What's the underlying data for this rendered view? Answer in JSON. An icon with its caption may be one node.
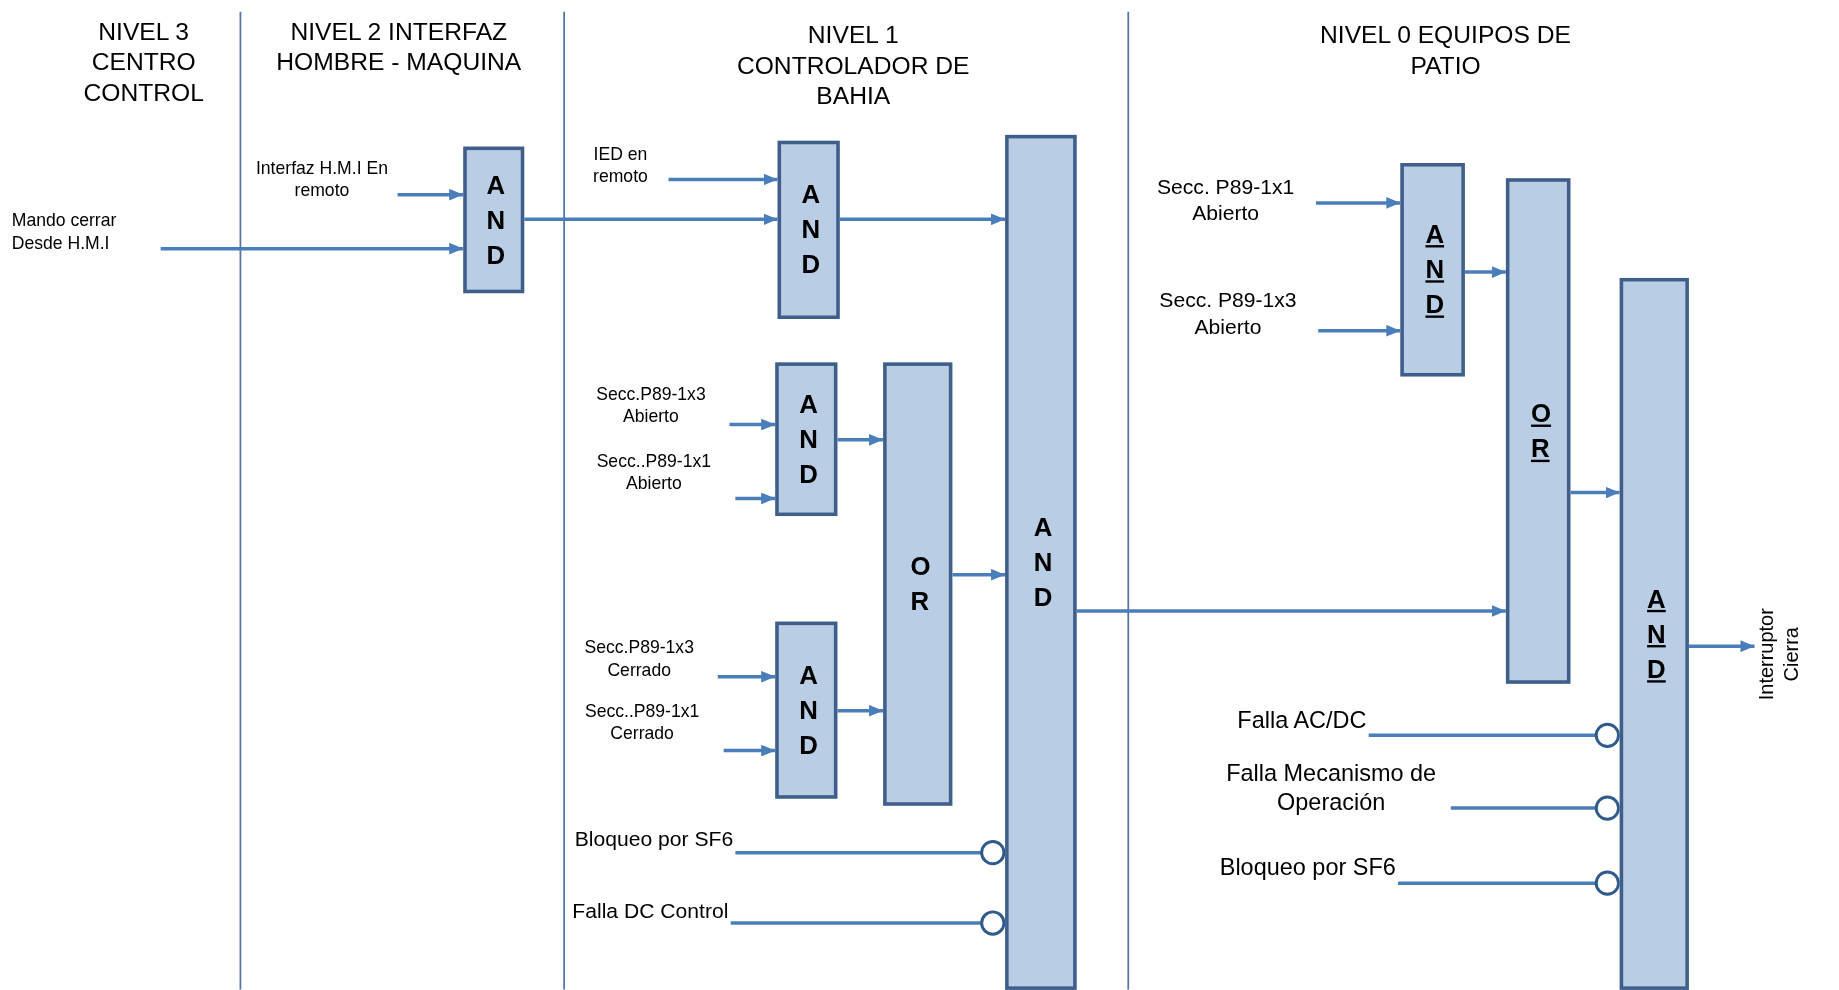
{
  "diagram": {
    "nodes": [
      {
        "text": [
          "Mando cerrar Desde H.M.I"
        ]
      },
      {
        "text": [
          "Interfaz H.M.I En remoto"
        ]
      },
      {
        "text": [
          "AND"
        ]
      },
      {
        "text": [
          "IED en remoto"
        ]
      },
      {
        "text": [
          "AND"
        ]
      },
      {
        "text": [
          "Secc.P89-1x3 Abierto"
        ]
      },
      {
        "text": [
          "Secc..P89-1x1 Abierto"
        ]
      },
      {
        "text": [
          "AND"
        ]
      },
      {
        "text": [
          "Secc.P89-1x3 Cerrado"
        ]
      },
      {
        "text": [
          "Secc..P89-1x1 Cerrado"
        ]
      },
      {
        "text": [
          "AND"
        ]
      },
      {
        "text": [
          "OR"
        ]
      },
      {
        "text": [
          "Bloqueo por SF6"
        ]
      },
      {
        "text": [
          "Falla DC Control"
        ]
      },
      {
        "text": [
          "AND"
        ]
      },
      {
        "text": [
          "Secc. P89-1x1 Abierto"
        ]
      },
      {
        "text": [
          "Secc. P89-1x3 Abierto"
        ]
      },
      {
        "text": [
          "AND"
        ]
      },
      {
        "text": [
          "OR"
        ]
      },
      {
        "text": [
          "Falla AC/DC"
        ]
      },
      {
        "text": [
          "Falla Mecanismo de Operación"
        ]
      },
      {
        "text": [
          "Bloqueo por SF6"
        ]
      },
      {
        "text": [
          "AND"
        ]
      },
      {
        "text": [
          "Interruptor Cierra"
        ]
      }
    ],
    "edges": [
      {
        "from": 0,
        "to": 2,
        "arrow": "to"
      },
      {
        "from": 1,
        "to": 2,
        "arrow": "to"
      },
      {
        "from": 2,
        "to": 4,
        "arrow": "to"
      },
      {
        "from": 3,
        "to": 4,
        "arrow": "to"
      },
      {
        "from": 4,
        "to": 14,
        "arrow": "to"
      },
      {
        "from": 5,
        "to": 7,
        "arrow": "to"
      },
      {
        "from": 6,
        "to": 7,
        "arrow": "to"
      },
      {
        "from": 7,
        "to": 11,
        "arrow": "to"
      },
      {
        "from": 8,
        "to": 10,
        "arrow": "to"
      },
      {
        "from": 9,
        "to": 10,
        "arrow": "to"
      },
      {
        "from": 10,
        "to": 11,
        "arrow": "to"
      },
      {
        "from": 11,
        "to": 14,
        "arrow": "to"
      },
      {
        "from": 12,
        "to": 14,
        "arrow": "other"
      },
      {
        "from": 13,
        "to": 14,
        "arrow": "other"
      },
      {
        "from": 15,
        "to": 17,
        "arrow": "to"
      },
      {
        "from": 16,
        "to": 17,
        "arrow": "to"
      },
      {
        "from": 17,
        "to": 18,
        "arrow": "to"
      },
      {
        "from": 14,
        "to": 18,
        "arrow": "to"
      },
      {
        "from": 18,
        "to": 22,
        "arrow": "to"
      },
      {
        "from": 19,
        "to": 22,
        "arrow": "other"
      },
      {
        "from": 20,
        "to": 22,
        "arrow": "other"
      },
      {
        "from": 21,
        "to": 22,
        "arrow": "other"
      },
      {
        "from": 22,
        "to": 23,
        "arrow": "to"
      }
    ],
    "labels": [
      "NIVEL 3 CENTRO CONTROL",
      "NIVEL 2 INTERFAZ HOMBRE - MAQUINA",
      "NIVEL 1 CONTROLADOR DE BAHIA",
      "NIVEL 0 EQUIPOS DE PATIO"
    ]
  }
}
